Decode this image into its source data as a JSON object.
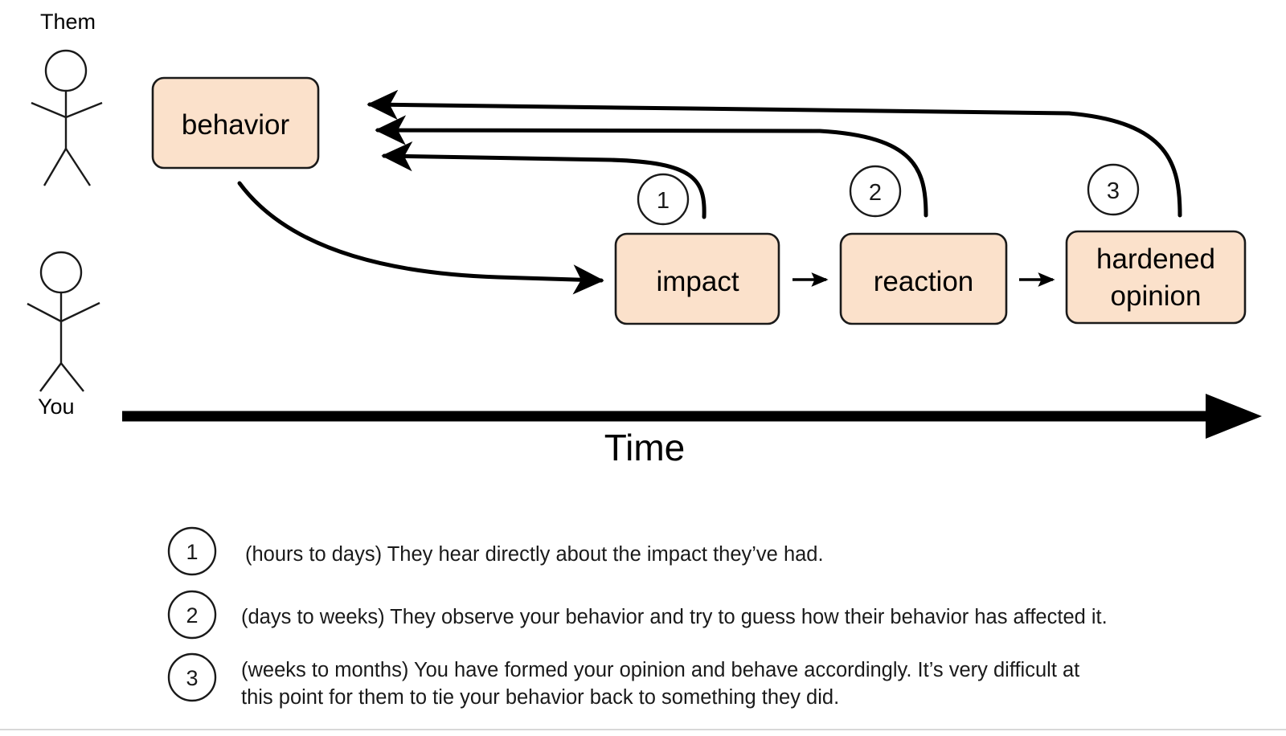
{
  "diagram": {
    "title_axis": "Time",
    "actors": [
      {
        "name": "them",
        "label": "Them",
        "label_position": "above"
      },
      {
        "name": "you",
        "label": "You",
        "label_position": "below"
      }
    ],
    "boxes": [
      {
        "id": "behavior",
        "label": "behavior"
      },
      {
        "id": "impact",
        "label": "impact"
      },
      {
        "id": "reaction",
        "label": "reaction"
      },
      {
        "id": "hardened-opinion",
        "label_line1": "hardened",
        "label_line2": "opinion"
      }
    ],
    "markers": [
      {
        "id": "marker-1",
        "number": "1"
      },
      {
        "id": "marker-2",
        "number": "2"
      },
      {
        "id": "marker-3",
        "number": "3"
      }
    ],
    "colors": {
      "box_fill": "#fbe1cb",
      "box_stroke": "#1a1a1a",
      "line": "#000000",
      "background": "#ffffff",
      "rule": "#d8d8d8"
    }
  },
  "legend": {
    "items": [
      {
        "number": "1",
        "text": "(hours to days) They hear directly about the impact they’ve had."
      },
      {
        "number": "2",
        "text": "(days to weeks) They observe your behavior and try to guess how their behavior has affected it."
      },
      {
        "number": "3",
        "line1": "(weeks to months) You have formed your opinion and behave accordingly. It’s very difficult at",
        "line2": "this point for them to tie your behavior back to something they did."
      }
    ]
  }
}
